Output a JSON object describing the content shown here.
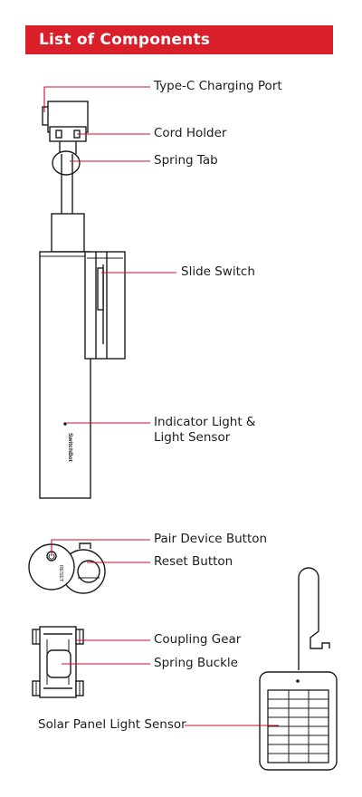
{
  "header": {
    "title": "List of Components"
  },
  "components": {
    "type_c_port": "Type-C Charging Port",
    "cord_holder": "Cord Holder",
    "spring_tab": "Spring Tab",
    "slide_switch": "Slide Switch",
    "indicator_line1": "Indicator Light &",
    "indicator_line2": "Light Sensor",
    "pair_button": "Pair Device Button",
    "reset_button": "Reset Button",
    "coupling_gear": "Coupling Gear",
    "spring_buckle": "Spring Buckle",
    "solar_sensor": "Solar Panel Light Sensor"
  },
  "device": {
    "brand_text": "SwitchBot",
    "reset_text": "RESET"
  },
  "colors": {
    "accent": "#d81f2a",
    "line": "#c8102e",
    "ink": "#1c1c1c"
  }
}
